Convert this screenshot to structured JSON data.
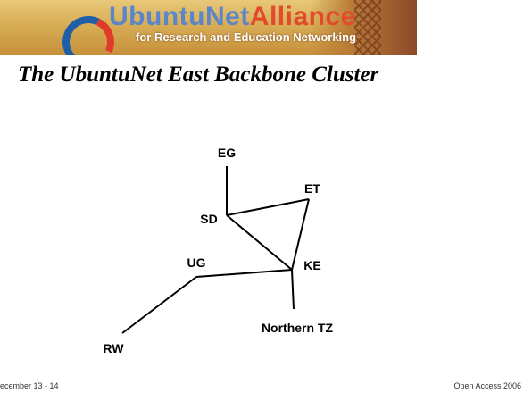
{
  "header": {
    "brand_part1": "UbuntuNet",
    "brand_part2": "Alliance",
    "tagline": "for Research and Education Networking"
  },
  "slide": {
    "title": "The UbuntuNet East Backbone Cluster"
  },
  "diagram": {
    "nodes": [
      {
        "id": "EG",
        "label": "EG"
      },
      {
        "id": "ET",
        "label": "ET"
      },
      {
        "id": "SD",
        "label": "SD"
      },
      {
        "id": "UG",
        "label": "UG"
      },
      {
        "id": "KE",
        "label": "KE"
      },
      {
        "id": "NTZ",
        "label": "Northern TZ"
      },
      {
        "id": "RW",
        "label": "RW"
      }
    ],
    "links": [
      {
        "from": "EG",
        "to": "SD"
      },
      {
        "from": "SD",
        "to": "ET"
      },
      {
        "from": "SD",
        "to": "KE"
      },
      {
        "from": "ET",
        "to": "KE"
      },
      {
        "from": "UG",
        "to": "KE"
      },
      {
        "from": "KE",
        "to": "NTZ"
      },
      {
        "from": "UG",
        "to": "RW"
      }
    ]
  },
  "footer": {
    "left": "ecember 13 - 14",
    "right": "Open Access 2006"
  },
  "colors": {
    "banner_gold": "#d7ad55",
    "brand_blue": "#5b86c9",
    "brand_red": "#e24a2d",
    "line": "#000000"
  }
}
